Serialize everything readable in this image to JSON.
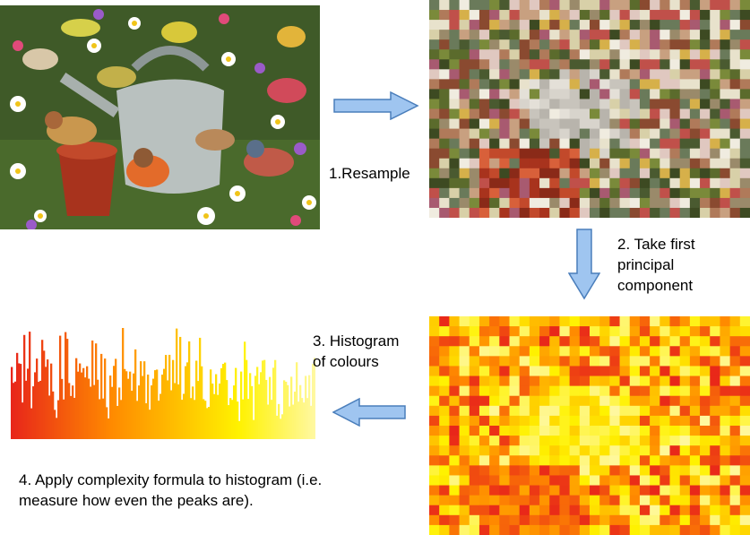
{
  "steps": {
    "resample": "1.Resample",
    "pca_line1": "2. Take first",
    "pca_line2": "principal",
    "pca_line3": "component",
    "hist_line1": "3. Histogram",
    "hist_line2": "of  colours",
    "complexity_line1": "4. Apply complexity formula to histogram (i.e.",
    "complexity_line2": "measure how even the peaks are)."
  },
  "colors": {
    "arrow_fill": "#9fc5f0",
    "arrow_stroke": "#4a7ebb",
    "heat_red": "#e8261a",
    "heat_orange": "#ff8a00",
    "heat_yellow": "#fff200",
    "heat_pale": "#fff8a0"
  }
}
